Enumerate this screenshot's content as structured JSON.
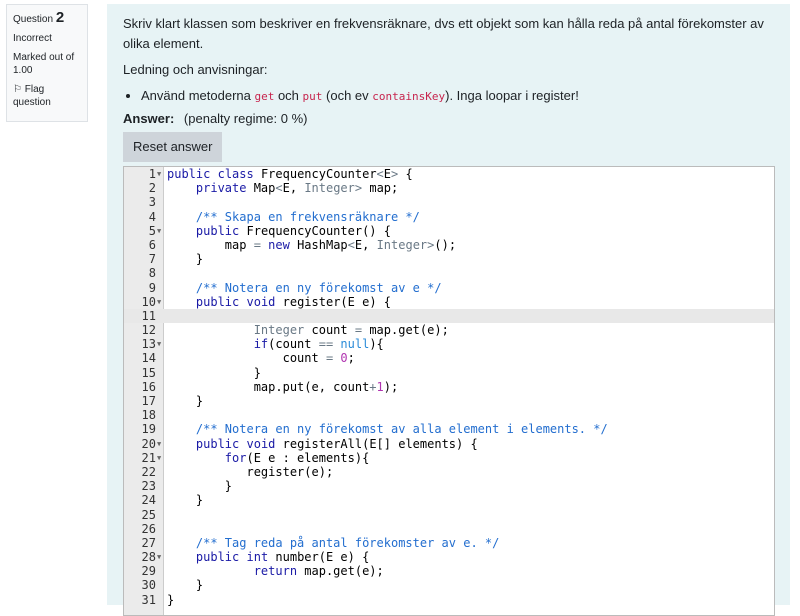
{
  "info": {
    "question_label": "Question",
    "question_number": "2",
    "status": "Incorrect",
    "marked": "Marked out of 1.00",
    "flag": "Flag question"
  },
  "question": {
    "text": "Skriv klart klassen som beskriver en frekvensräknare, dvs ett objekt som kan hålla reda på antal förekomster av olika element.",
    "hint_title": "Ledning och anvisningar:",
    "bullet": {
      "pre": "Använd metoderna ",
      "c1": "get",
      "mid1": " och ",
      "c2": "put",
      "mid2": " (och ev ",
      "c3": "containsKey",
      "post": "). Inga loopar i register!"
    }
  },
  "answer": {
    "label": "Answer:",
    "penalty": "(penalty regime: 0 %)",
    "reset": "Reset answer"
  },
  "editor": {
    "active_line": 11,
    "fold_lines": [
      1,
      5,
      10,
      13,
      20,
      21,
      28
    ],
    "lines": [
      [
        [
          "k",
          "public"
        ],
        [
          "p",
          " "
        ],
        [
          "k",
          "class"
        ],
        [
          "p",
          " FrequencyCounter"
        ],
        [
          "o",
          "<"
        ],
        [
          "p",
          "E"
        ],
        [
          "o",
          ">"
        ],
        [
          "p",
          " {"
        ]
      ],
      [
        [
          "p",
          "    "
        ],
        [
          "k",
          "private"
        ],
        [
          "p",
          " Map"
        ],
        [
          "o",
          "<"
        ],
        [
          "p",
          "E, "
        ],
        [
          "t",
          "Integer"
        ],
        [
          "o",
          ">"
        ],
        [
          "p",
          " map;"
        ]
      ],
      [],
      [
        [
          "p",
          "    "
        ],
        [
          "c",
          "/** Skapa en frekvensräknare */"
        ]
      ],
      [
        [
          "p",
          "    "
        ],
        [
          "k",
          "public"
        ],
        [
          "p",
          " FrequencyCounter() {"
        ]
      ],
      [
        [
          "p",
          "        map "
        ],
        [
          "o",
          "="
        ],
        [
          "p",
          " "
        ],
        [
          "k",
          "new"
        ],
        [
          "p",
          " HashMap"
        ],
        [
          "o",
          "<"
        ],
        [
          "p",
          "E, "
        ],
        [
          "t",
          "Integer"
        ],
        [
          "o",
          ">"
        ],
        [
          "p",
          "();"
        ]
      ],
      [
        [
          "p",
          "    }"
        ]
      ],
      [],
      [
        [
          "p",
          "    "
        ],
        [
          "c",
          "/** Notera en ny förekomst av e */"
        ]
      ],
      [
        [
          "p",
          "    "
        ],
        [
          "k",
          "public"
        ],
        [
          "p",
          " "
        ],
        [
          "k",
          "void"
        ],
        [
          "p",
          " register(E e) {"
        ]
      ],
      [],
      [
        [
          "p",
          "            "
        ],
        [
          "t",
          "Integer"
        ],
        [
          "p",
          " count "
        ],
        [
          "o",
          "="
        ],
        [
          "p",
          " map.get(e);"
        ]
      ],
      [
        [
          "p",
          "            "
        ],
        [
          "k",
          "if"
        ],
        [
          "p",
          "(count "
        ],
        [
          "o",
          "=="
        ],
        [
          "p",
          " "
        ],
        [
          "n",
          "null"
        ],
        [
          "p",
          "){"
        ]
      ],
      [
        [
          "p",
          "                count "
        ],
        [
          "o",
          "="
        ],
        [
          "p",
          " "
        ],
        [
          "m",
          "0"
        ],
        [
          "p",
          ";"
        ]
      ],
      [
        [
          "p",
          "            }"
        ]
      ],
      [
        [
          "p",
          "            map.put(e, count"
        ],
        [
          "o",
          "+"
        ],
        [
          "m",
          "1"
        ],
        [
          "p",
          ");"
        ]
      ],
      [
        [
          "p",
          "    }"
        ]
      ],
      [],
      [
        [
          "p",
          "    "
        ],
        [
          "c",
          "/** Notera en ny förekomst av alla element i elements. */"
        ]
      ],
      [
        [
          "p",
          "    "
        ],
        [
          "k",
          "public"
        ],
        [
          "p",
          " "
        ],
        [
          "k",
          "void"
        ],
        [
          "p",
          " registerAll(E[] elements) {"
        ]
      ],
      [
        [
          "p",
          "        "
        ],
        [
          "k",
          "for"
        ],
        [
          "p",
          "(E e : elements){"
        ]
      ],
      [
        [
          "p",
          "           register(e);"
        ]
      ],
      [
        [
          "p",
          "        }"
        ]
      ],
      [
        [
          "p",
          "    }"
        ]
      ],
      [],
      [],
      [
        [
          "p",
          "    "
        ],
        [
          "c",
          "/** Tag reda på antal förekomster av e. */"
        ]
      ],
      [
        [
          "p",
          "    "
        ],
        [
          "k",
          "public"
        ],
        [
          "p",
          " "
        ],
        [
          "k",
          "int"
        ],
        [
          "p",
          " number(E e) {"
        ]
      ],
      [
        [
          "p",
          "            "
        ],
        [
          "k",
          "return"
        ],
        [
          "p",
          " map.get(e);"
        ]
      ],
      [
        [
          "p",
          "    }"
        ]
      ],
      [
        [
          "p",
          "}"
        ]
      ]
    ]
  }
}
